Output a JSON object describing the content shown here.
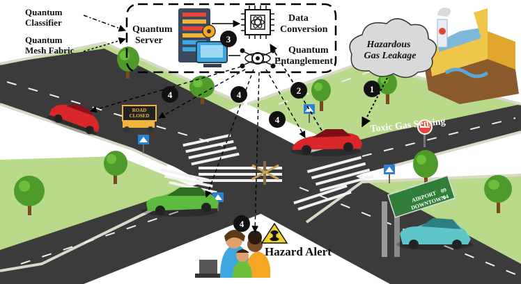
{
  "labels": {
    "quantum_classifier": [
      "Quantum",
      "Classifier"
    ],
    "quantum_mesh_fabric": [
      "Quantum",
      "Mesh Fabric"
    ],
    "quantum_server": [
      "Quantum",
      "Server"
    ],
    "data_conversion": [
      "Data",
      "Conversion"
    ],
    "quantum_entanglement": [
      "Quantum",
      "Entanglement"
    ],
    "hazardous_gas_leakage": [
      "Hazardous",
      "Gas Leakage"
    ],
    "toxic_gas_sensing": "Toxic Gas Sensing",
    "hazard_alert": "Hazard Alert"
  },
  "steps": {
    "one": "1",
    "two": "2",
    "three": "3",
    "four": "4"
  },
  "signs": {
    "road_closed": [
      "ROAD",
      "CLOSED"
    ],
    "airport": "AIRPORT",
    "airport_num": "09",
    "downtown": "DOWNTOWN",
    "downtown_num": "04"
  },
  "colors": {
    "road": "#3b3b3b",
    "grass": "#b9d98b",
    "curb": "#d9d9c8",
    "car_red": "#d9262b",
    "car_green": "#5dbb3f",
    "car_teal": "#5ec6c9",
    "badge": "#111111"
  }
}
